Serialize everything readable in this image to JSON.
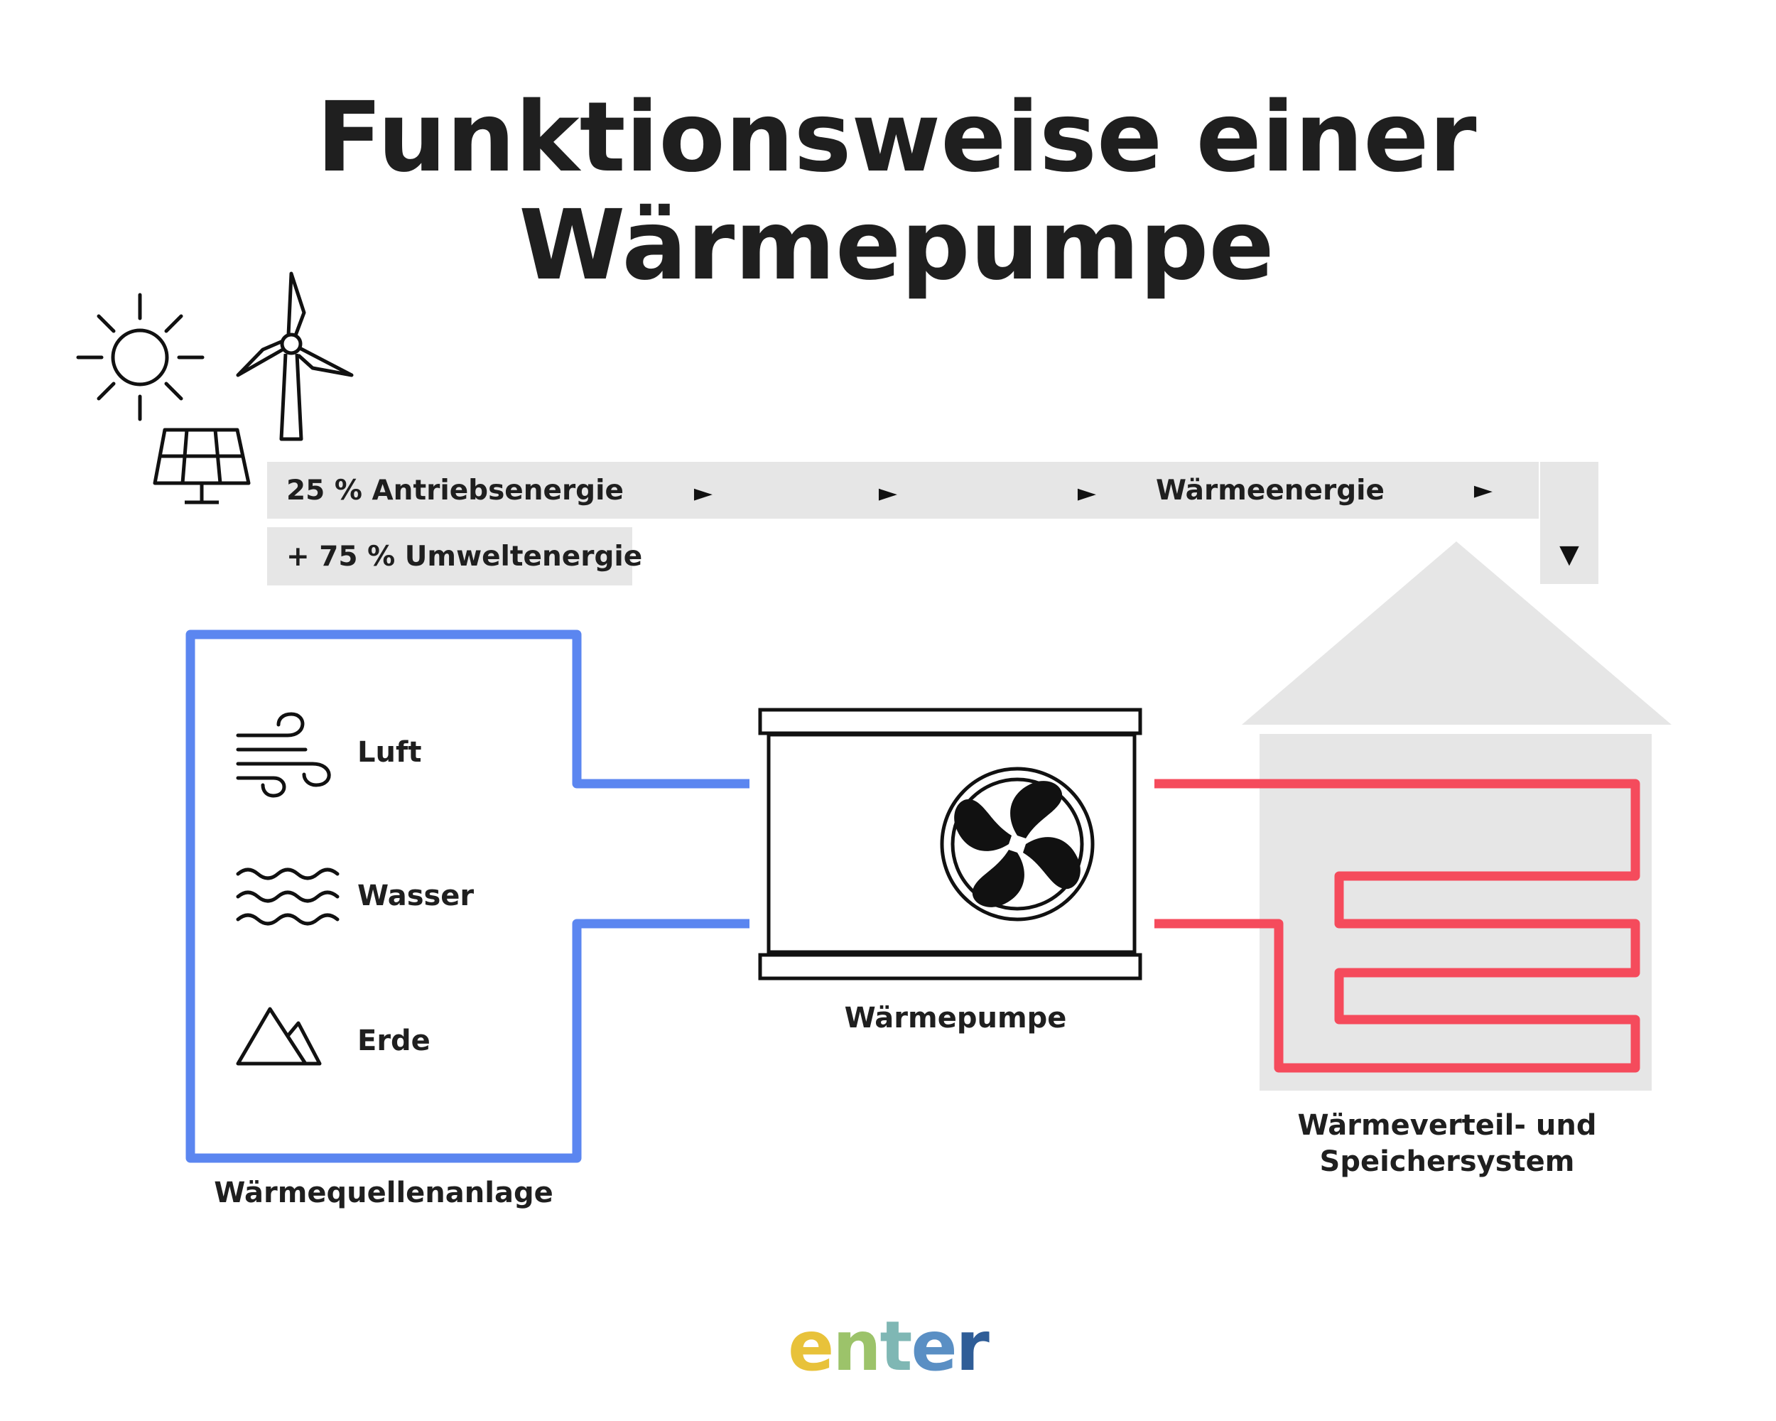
{
  "title": {
    "line1": "Funktionsweise einer",
    "line2": "Wärmepumpe"
  },
  "energy_bar": {
    "drive_energy": "25 % Antriebsenergie",
    "environment_energy": "+ 75 % Umweltenergie",
    "heat_energy": "Wärmeenergie",
    "arrow_right": "►",
    "arrow_down": "▼"
  },
  "sources": {
    "air": "Luft",
    "water": "Wasser",
    "earth": "Erde",
    "caption": "Wärmequellenanlage"
  },
  "heat_pump": {
    "caption": "Wärmepumpe"
  },
  "distribution": {
    "caption_line1": "Wärmeverteil- und",
    "caption_line2": "Speichersystem"
  },
  "brand": {
    "letters": [
      "e",
      "n",
      "t",
      "e",
      "r"
    ],
    "letter_colors": [
      "#e8c23a",
      "#9cc36a",
      "#7fb7b4",
      "#5a8fc4",
      "#2f5d97"
    ]
  },
  "colors": {
    "source_loop": "#5b86f0",
    "heating_loop": "#f54b5c",
    "bar_background": "#e6e6e6",
    "house_fill": "#e6e6e6",
    "ink": "#1f1f1f"
  },
  "icons": [
    "sun-icon",
    "wind-turbine-icon",
    "solar-panel-icon",
    "wind-icon",
    "waves-icon",
    "mountains-icon",
    "fan-icon"
  ]
}
